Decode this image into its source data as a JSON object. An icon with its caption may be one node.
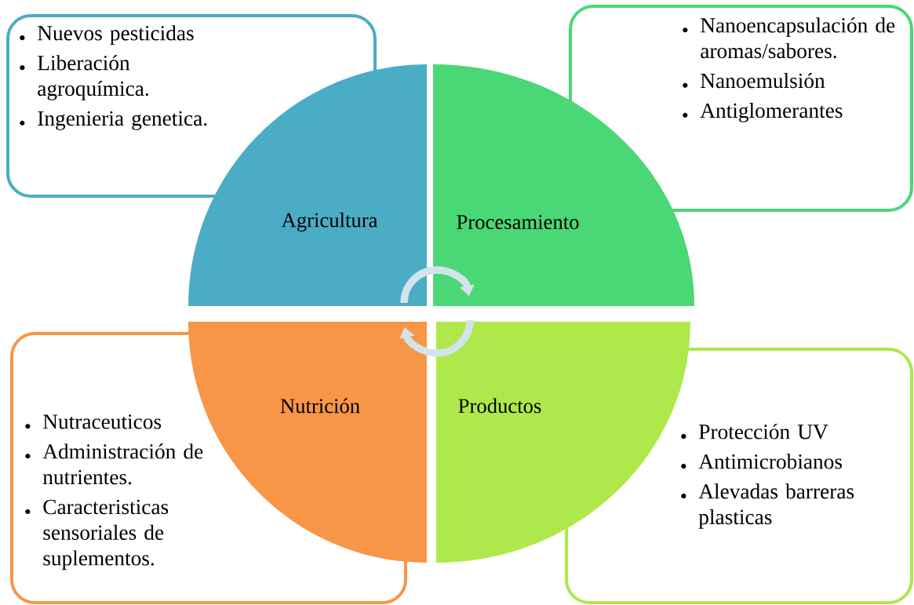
{
  "diagram": {
    "nodes": [
      {
        "text": [
          "Nuevos pesticidas",
          "Liberación agroquímica.",
          "Ingenieria genetica."
        ]
      },
      {
        "text": [
          "Nanoencapsulación de aromas/sabores.",
          "Nanoemulsión",
          "Antiglomerantes"
        ]
      },
      {
        "text": [
          "Agricultura"
        ]
      },
      {
        "text": [
          "Procesamiento"
        ]
      },
      {
        "text": [
          "Nutrición"
        ]
      },
      {
        "text": [
          "Productos"
        ]
      },
      {
        "text": [
          "Nutraceuticos",
          "Administración de nutrientes.",
          "Caracteristicas sensoriales de suplementos."
        ]
      },
      {
        "text": [
          "Protección UV",
          "Antimicrobianos",
          "Alevadas barreras plasticas"
        ]
      }
    ],
    "edges": [
      {
        "from": 2,
        "to": 3,
        "arrow": "to"
      },
      {
        "from": 5,
        "to": 4,
        "arrow": "to"
      }
    ]
  }
}
